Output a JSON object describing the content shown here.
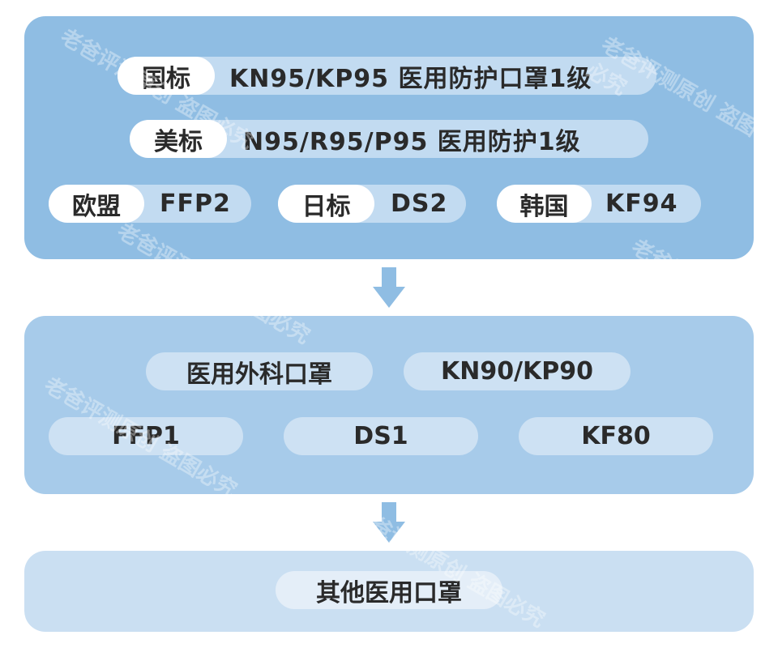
{
  "tier1": {
    "rows": [
      {
        "tag": "国标",
        "value": "KN95/KP95 医用防护口罩1级"
      },
      {
        "tag": "美标",
        "value": "N95/R95/P95 医用防护1级"
      },
      {
        "tag": "欧盟",
        "value": "FFP2"
      },
      {
        "tag": "日标",
        "value": "DS2"
      },
      {
        "tag": "韩国",
        "value": "KF94"
      }
    ]
  },
  "tier2": {
    "items": [
      "医用外科口罩",
      "KN90/KP90",
      "FFP1",
      "DS1",
      "KF80"
    ]
  },
  "tier3": {
    "items": [
      "其他医用口罩"
    ]
  },
  "arrow_icon": "arrow-down-icon",
  "colors": {
    "tier1": "#8fbde3",
    "tier2": "#a7cbea",
    "tier3": "#cadff2",
    "arrow": "#8fbde3"
  },
  "watermark": "老爸评测原创 盗图必究"
}
